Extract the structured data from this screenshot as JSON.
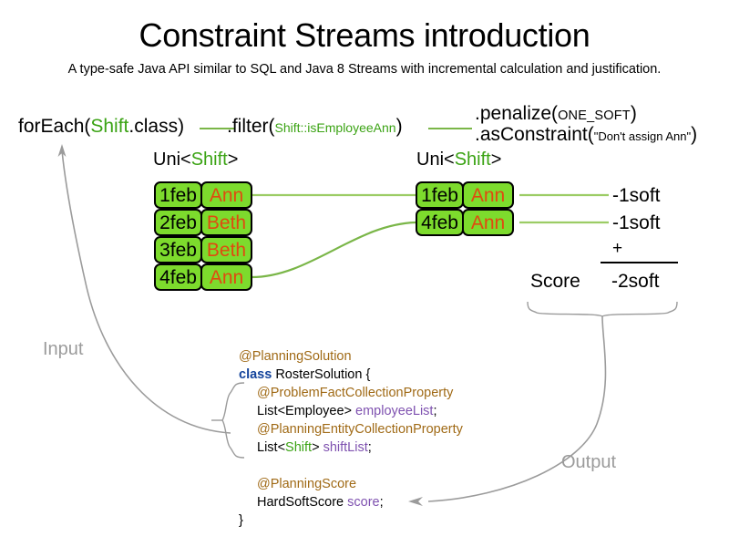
{
  "header": {
    "title": "Constraint Streams introduction",
    "subtitle": "A type-safe Java API similar to SQL and Java 8 Streams with incremental calculation and justification."
  },
  "pipeline": {
    "foreach": {
      "prefix": "forEach(",
      "type": "Shift",
      "suffix": ".class)"
    },
    "filter": {
      "prefix": ".filter(",
      "arg": "Shift::isEmployeeAnn",
      "suffix": ")"
    },
    "penalize": {
      "prefix": ".penalize(",
      "arg": "ONE_SOFT",
      "suffix": ")"
    },
    "as_constraint": {
      "prefix": ".asConstraint(",
      "arg": "\"Don't assign Ann\"",
      "suffix": ")"
    },
    "stream_type_left": {
      "prefix": "Uni<",
      "type": "Shift",
      "suffix": ">"
    },
    "stream_type_right": {
      "prefix": "Uni<",
      "type": "Shift",
      "suffix": ">"
    },
    "connector_color": "#7ab648"
  },
  "shifts_input": {
    "rows": [
      {
        "date": "1feb",
        "employee": "Ann"
      },
      {
        "date": "2feb",
        "employee": "Beth"
      },
      {
        "date": "3feb",
        "employee": "Beth"
      },
      {
        "date": "4feb",
        "employee": "Ann"
      }
    ]
  },
  "shifts_filtered": {
    "rows": [
      {
        "date": "1feb",
        "employee": "Ann"
      },
      {
        "date": "4feb",
        "employee": "Ann"
      }
    ]
  },
  "score": {
    "penalties": [
      "-1soft",
      "-1soft"
    ],
    "operator": "+",
    "label": "Score",
    "total": "-2soft"
  },
  "code": {
    "lines": [
      {
        "segments": [
          {
            "text": "@PlanningSolution",
            "style": "ann"
          }
        ]
      },
      {
        "segments": [
          {
            "text": "class ",
            "style": "kw"
          },
          {
            "text": "RosterSolution {",
            "style": "plain"
          }
        ]
      },
      {
        "segments": [
          {
            "text": "    ",
            "style": "indent"
          },
          {
            "text": "@ProblemFactCollectionProperty",
            "style": "ann"
          }
        ]
      },
      {
        "segments": [
          {
            "text": "    ",
            "style": "indent"
          },
          {
            "text": "List<Employee> ",
            "style": "plain"
          },
          {
            "text": "employeeList",
            "style": "fld"
          },
          {
            "text": ";",
            "style": "plain"
          }
        ]
      },
      {
        "segments": [
          {
            "text": "    ",
            "style": "indent"
          },
          {
            "text": "@PlanningEntityCollectionProperty",
            "style": "ann"
          }
        ]
      },
      {
        "segments": [
          {
            "text": "    ",
            "style": "indent"
          },
          {
            "text": "List<",
            "style": "plain"
          },
          {
            "text": "Shift",
            "style": "typ"
          },
          {
            "text": "> ",
            "style": "plain"
          },
          {
            "text": "shiftList",
            "style": "fld"
          },
          {
            "text": ";",
            "style": "plain"
          }
        ]
      },
      {
        "segments": [
          {
            "text": " ",
            "style": "plain"
          }
        ]
      },
      {
        "segments": [
          {
            "text": "    ",
            "style": "indent"
          },
          {
            "text": "@PlanningScore",
            "style": "ann"
          }
        ]
      },
      {
        "segments": [
          {
            "text": "    ",
            "style": "indent"
          },
          {
            "text": "HardSoftScore ",
            "style": "plain"
          },
          {
            "text": "score",
            "style": "fld"
          },
          {
            "text": ";",
            "style": "plain"
          }
        ]
      },
      {
        "segments": [
          {
            "text": "}",
            "style": "plain"
          }
        ]
      }
    ]
  },
  "annotations": {
    "input_label": "Input",
    "output_label": "Output",
    "arrow_color": "#8a8a8a"
  },
  "colors": {
    "box_fill": "#7ddb2d",
    "box_border": "#000000",
    "employee_text": "#e04a10",
    "type_green": "#3ba314",
    "annotation_gold": "#a06a16",
    "keyword_blue": "#14449c",
    "field_purple": "#7f52b0",
    "grey": "#9b9b9b"
  }
}
